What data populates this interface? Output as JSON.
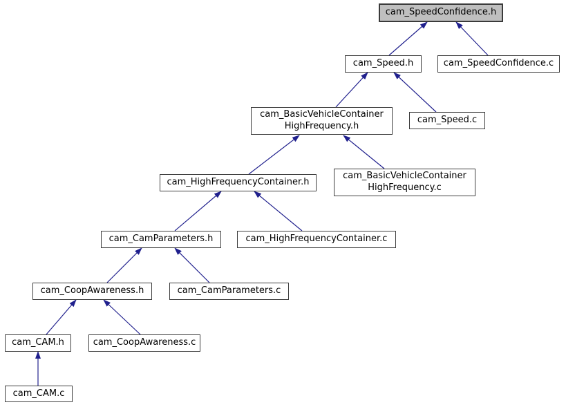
{
  "graph": {
    "kind": "include-dependency-graph",
    "current_node": "cam_SpeedConfidence.h",
    "nodes": [
      {
        "id": "cam_SpeedConfidence.h",
        "label": "cam_SpeedConfidence.h",
        "current": true
      },
      {
        "id": "cam_Speed.h",
        "label": "cam_Speed.h",
        "current": false
      },
      {
        "id": "cam_SpeedConfidence.c",
        "label": "cam_SpeedConfidence.c",
        "current": false
      },
      {
        "id": "cam_BasicVehicleContainerHighFrequency.h",
        "label": "cam_BasicVehicleContainer\nHighFrequency.h",
        "current": false
      },
      {
        "id": "cam_Speed.c",
        "label": "cam_Speed.c",
        "current": false
      },
      {
        "id": "cam_HighFrequencyContainer.h",
        "label": "cam_HighFrequencyContainer.h",
        "current": false
      },
      {
        "id": "cam_BasicVehicleContainerHighFrequency.c",
        "label": "cam_BasicVehicleContainer\nHighFrequency.c",
        "current": false
      },
      {
        "id": "cam_CamParameters.h",
        "label": "cam_CamParameters.h",
        "current": false
      },
      {
        "id": "cam_HighFrequencyContainer.c",
        "label": "cam_HighFrequencyContainer.c",
        "current": false
      },
      {
        "id": "cam_CoopAwareness.h",
        "label": "cam_CoopAwareness.h",
        "current": false
      },
      {
        "id": "cam_CamParameters.c",
        "label": "cam_CamParameters.c",
        "current": false
      },
      {
        "id": "cam_CAM.h",
        "label": "cam_CAM.h",
        "current": false
      },
      {
        "id": "cam_CoopAwareness.c",
        "label": "cam_CoopAwareness.c",
        "current": false
      },
      {
        "id": "cam_CAM.c",
        "label": "cam_CAM.c",
        "current": false
      }
    ],
    "edges": [
      {
        "from": "cam_Speed.h",
        "to": "cam_SpeedConfidence.h"
      },
      {
        "from": "cam_SpeedConfidence.c",
        "to": "cam_SpeedConfidence.h"
      },
      {
        "from": "cam_BasicVehicleContainerHighFrequency.h",
        "to": "cam_Speed.h"
      },
      {
        "from": "cam_Speed.c",
        "to": "cam_Speed.h"
      },
      {
        "from": "cam_HighFrequencyContainer.h",
        "to": "cam_BasicVehicleContainerHighFrequency.h"
      },
      {
        "from": "cam_BasicVehicleContainerHighFrequency.c",
        "to": "cam_BasicVehicleContainerHighFrequency.h"
      },
      {
        "from": "cam_CamParameters.h",
        "to": "cam_HighFrequencyContainer.h"
      },
      {
        "from": "cam_HighFrequencyContainer.c",
        "to": "cam_HighFrequencyContainer.h"
      },
      {
        "from": "cam_CoopAwareness.h",
        "to": "cam_CamParameters.h"
      },
      {
        "from": "cam_CamParameters.c",
        "to": "cam_CamParameters.h"
      },
      {
        "from": "cam_CAM.h",
        "to": "cam_CoopAwareness.h"
      },
      {
        "from": "cam_CoopAwareness.c",
        "to": "cam_CoopAwareness.h"
      },
      {
        "from": "cam_CAM.c",
        "to": "cam_CAM.h"
      }
    ]
  },
  "colors": {
    "edge": "#20208d",
    "node_fill": "#ffffff",
    "node_border": "#3c3c3c",
    "current_node_fill": "#bfbfbf",
    "background": "#ffffff",
    "text": "#000000"
  }
}
